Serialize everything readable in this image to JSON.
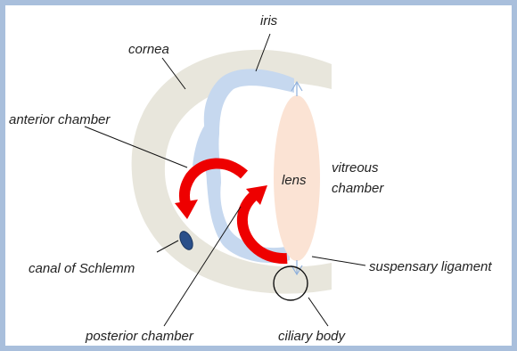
{
  "labels": {
    "iris": "iris",
    "cornea": "cornea",
    "anterior_chamber": "anterior chamber",
    "lens": "lens",
    "vitreous_line1": "vitreous",
    "vitreous_line2": "chamber",
    "canal_of_schlemm": "canal of Schlemm",
    "suspensary_ligament": "suspensary ligament",
    "posterior_chamber": "posterior chamber",
    "ciliary_body": "ciliary body"
  },
  "colors": {
    "border": "#a9bfdc",
    "cornea_sclera": "#e8e6dc",
    "iris": "#c6d8ef",
    "lens": "#fbe3d4",
    "flow_arrow": "#ee0000",
    "canal": "#2a4f8a",
    "leader_line": "#000000"
  }
}
